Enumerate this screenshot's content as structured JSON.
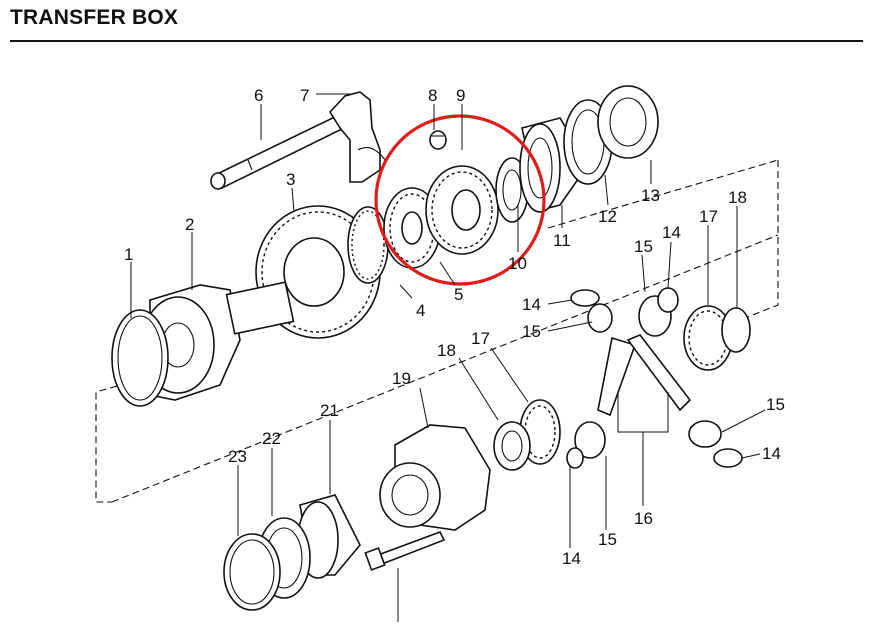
{
  "header": {
    "title": "TRANSFER BOX"
  },
  "callouts": {
    "c1": "1",
    "c2": "2",
    "c3": "3",
    "c4": "4",
    "c5": "5",
    "c6": "6",
    "c7": "7",
    "c8": "8",
    "c9": "9",
    "c10": "10",
    "c11": "11",
    "c12": "12",
    "c13": "13",
    "c14a": "14",
    "c14b": "14",
    "c14c": "14",
    "c14d": "14",
    "c15a": "15",
    "c15b": "15",
    "c15c": "15",
    "c15d": "15",
    "c16": "16",
    "c17a": "17",
    "c17b": "17",
    "c18a": "18",
    "c18b": "18",
    "c19": "19",
    "c21": "21",
    "c22": "22",
    "c23": "23"
  },
  "colors": {
    "highlight": "#e31b1b",
    "ink": "#111111"
  }
}
